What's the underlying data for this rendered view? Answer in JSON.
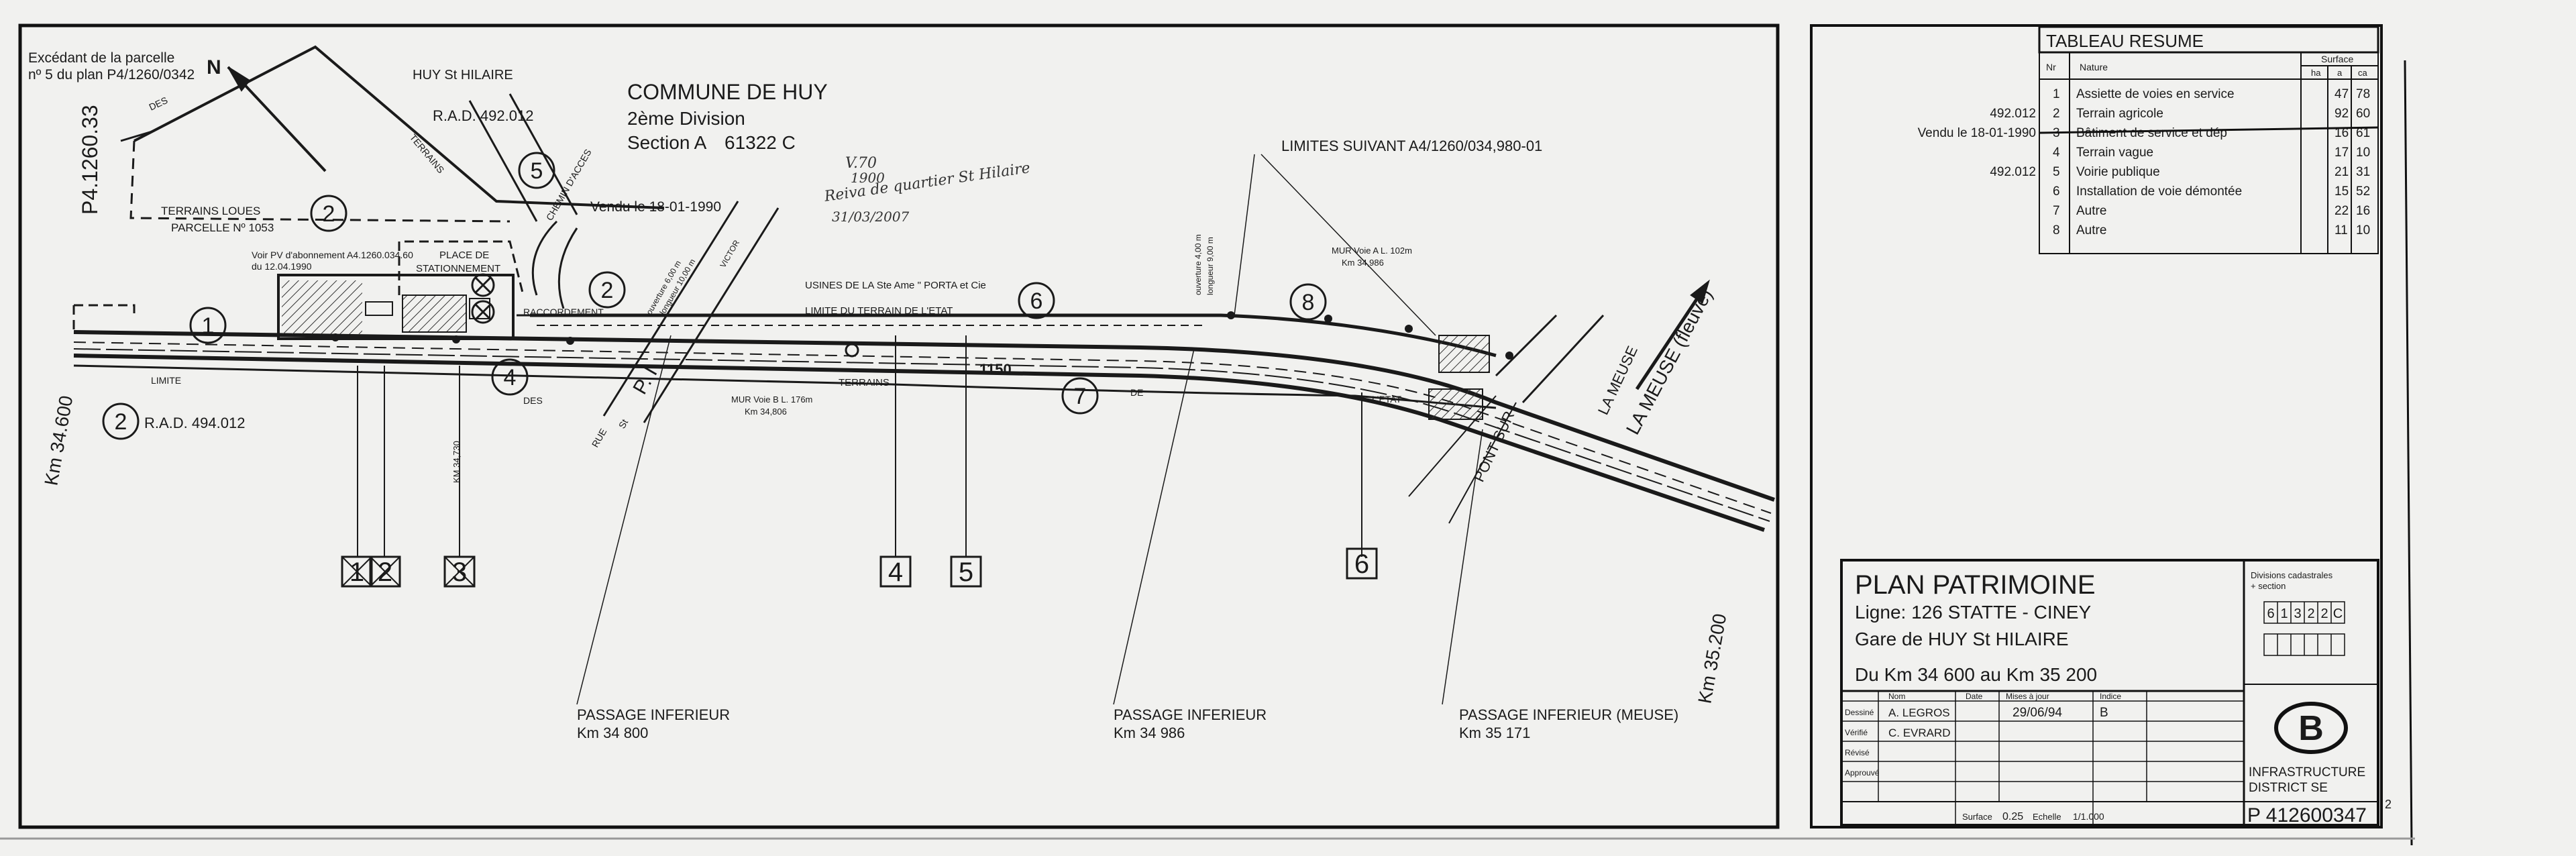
{
  "header": {
    "commune": "COMMUNE DE HUY",
    "division": "2ème Division",
    "section": "Section A",
    "section_number": "61322 C",
    "locality": "HUY St HILAIRE",
    "sold_note": "Vendu le 18-01-1990",
    "handwritten_note_1": "V.70",
    "handwritten_note_2": "1900",
    "handwritten_note_3": "Reiva de quartier St Hilaire",
    "handwritten_note_4": "31/03/2007"
  },
  "map_labels": {
    "excedent_1": "Excédant de la parcelle",
    "excedent_2": "nº 5 du plan P4/1260/0342",
    "north": "N",
    "rad_top": "R.A.D. 492.012",
    "rad_bottom": "R.A.D. 494.012",
    "plan_ref": "P4.1260.33",
    "terrains_loues": "TERRAINS LOUES",
    "parcelle": "PARCELLE Nº 1053",
    "voir_pv_1": "Voir PV d'abonnement A4.1260.034.60",
    "voir_pv_2": "du 12.04.1990",
    "place_1": "PLACE DE",
    "place_2": "STATIONNEMENT",
    "chemin": "CHEMIN D'ACCES",
    "terrains_diag": "TERRAINS",
    "des_top": "DES",
    "raccordement": "RACCORDEMENT",
    "ouverture": "ouverture 6,00 m",
    "longueur": "longueur 10,00 m",
    "victor": "VICTOR",
    "usines": "USINES DE LA Ste Ame \" PORTA et Cie",
    "limite_terrain": "LIMITE DU TERRAIN DE L'ETAT",
    "limite_left": "LIMITE",
    "des_mid": "DES",
    "terrains_mid": "TERRAINS",
    "de_mid": "DE",
    "etat": "L'ETAT",
    "rue": "RUE",
    "st": "St",
    "pi": "P. I",
    "km_34730": "KM 34,730",
    "mur_b_1": "MUR Voie B  L. 176m",
    "mur_b_2": "Km 34,806",
    "mur_a_1": "MUR Voie A  L. 102m",
    "mur_a_2": "Km 34,986",
    "ouverture_2": "ouverture 4,00 m",
    "longueur_2": "longueur 9,00 m",
    "limites_suivant": "LIMITES SUIVANT A4/1260/034,980-01",
    "pont": "PONT SUR",
    "la_meuse": "LA MEUSE",
    "la_meuse_fleuve": "LA MEUSE (fleuve)",
    "n1150": "1150",
    "km_34600": "Km 34.600",
    "km_35200": "Km 35.200",
    "passage_1": "PASSAGE INFERIEUR",
    "passage_1_km": "Km   34 800",
    "passage_2": "PASSAGE INFERIEUR",
    "passage_2_km": "Km  34 986",
    "passage_3": "PASSAGE INFERIEUR (MEUSE)",
    "passage_3_km": "Km 35 171"
  },
  "parcel_circles": [
    "1",
    "2",
    "2",
    "2",
    "4",
    "5",
    "6",
    "7",
    "8"
  ],
  "boxed_markers": [
    "1",
    "2",
    "3",
    "4",
    "5",
    "6"
  ],
  "tableau": {
    "title": "TABLEAU RESUME",
    "col_nr": "Nr",
    "col_nature": "Nature",
    "col_surface": "Surface",
    "col_ha": "ha",
    "col_a": "a",
    "col_ca": "ca",
    "rows": [
      {
        "side": "",
        "nr": "1",
        "nature": "Assiette de voies en service",
        "ha": "",
        "a": "47",
        "ca": "78"
      },
      {
        "side": "492.012",
        "nr": "2",
        "nature": "Terrain agricole",
        "ha": "",
        "a": "92",
        "ca": "60"
      },
      {
        "side": "Vendu le 18-01-1990",
        "nr": "3",
        "nature": "Bâtiment de service et dép",
        "ha": "",
        "a": "16",
        "ca": "61"
      },
      {
        "side": "",
        "nr": "4",
        "nature": "Terrain vague",
        "ha": "",
        "a": "17",
        "ca": "10"
      },
      {
        "side": "492.012",
        "nr": "5",
        "nature": "Voirie publique",
        "ha": "",
        "a": "21",
        "ca": "31"
      },
      {
        "side": "",
        "nr": "6",
        "nature": "Installation de voie démontée",
        "ha": "",
        "a": "15",
        "ca": "52"
      },
      {
        "side": "",
        "nr": "7",
        "nature": "Autre",
        "ha": "",
        "a": "22",
        "ca": "16"
      },
      {
        "side": "",
        "nr": "8",
        "nature": "Autre",
        "ha": "",
        "a": "11",
        "ca": "10"
      }
    ]
  },
  "cartouche": {
    "title": "PLAN PATRIMOINE",
    "ligne": "Ligne: 126 STATTE - CINEY",
    "gare": "Gare de HUY St HILAIRE",
    "km_range": "Du Km 34 600   au Km 35 200",
    "divisions_label": "Divisions cadastrales",
    "divisions_sub": "+ section",
    "division_code": [
      "6",
      "1",
      "3",
      "2",
      "2",
      "C"
    ],
    "col_nom": "Nom",
    "col_date": "Date",
    "col_mises": "Mises à jour",
    "col_indice": "Indice",
    "dessine": "Dessiné",
    "dessine_val": "A. LEGROS",
    "verifie": "Vérifié",
    "verifie_val": "C. EVRARD",
    "revise": "Révisé",
    "approuve": "Approuvé",
    "maj_date": "29/06/94",
    "maj_indice": "B",
    "surface_label": "Surface",
    "surface_val": "0.25",
    "echelle_label": "Echelle",
    "echelle_val": "1/1.000",
    "logo_letter": "B",
    "infra_1": "INFRASTRUCTURE",
    "infra_2": "DISTRICT SE",
    "plan_number": "P 412600347",
    "sheet": "2"
  }
}
